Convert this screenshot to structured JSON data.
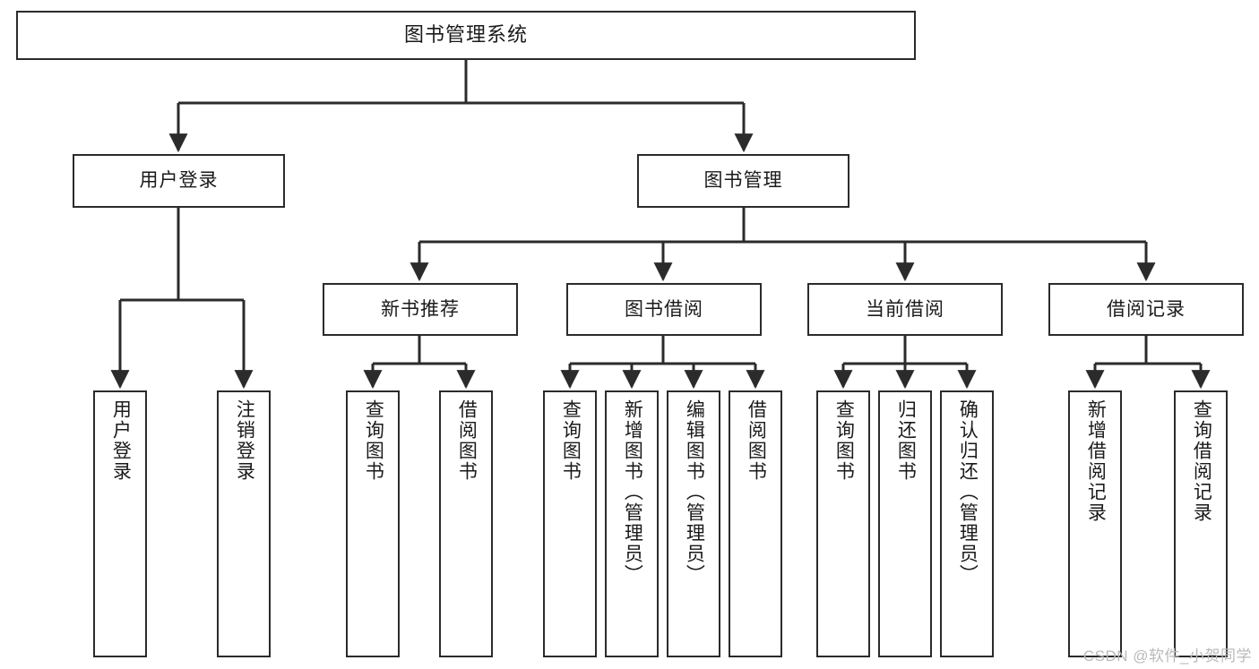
{
  "diagram": {
    "type": "tree",
    "title": "图书管理系统",
    "orientation": "top-down",
    "levels": 4,
    "line_color": "#2b2b2b",
    "box_fill": "#ffffff",
    "text_color": "#1a1a1a"
  },
  "root": {
    "label": "图书管理系统"
  },
  "level1": [
    {
      "label": "用户登录"
    },
    {
      "label": "图书管理"
    }
  ],
  "level2": [
    {
      "label": "新书推荐"
    },
    {
      "label": "图书借阅"
    },
    {
      "label": "当前借阅"
    },
    {
      "label": "借阅记录"
    }
  ],
  "leaves": {
    "user_login": [
      {
        "label": "用户登录"
      },
      {
        "label": "注销登录"
      }
    ],
    "new_book": [
      {
        "label": "查询图书"
      },
      {
        "label": "借阅图书"
      }
    ],
    "book_borrow": [
      {
        "label": "查询图书"
      },
      {
        "label": "新增图书（管理员）"
      },
      {
        "label": "编辑图书（管理员）"
      },
      {
        "label": "借阅图书"
      }
    ],
    "current_borrow": [
      {
        "label": "查询图书"
      },
      {
        "label": "归还图书"
      },
      {
        "label": "确认归还（管理员）"
      }
    ],
    "borrow_record": [
      {
        "label": "新增借阅记录"
      },
      {
        "label": "查询借阅记录"
      }
    ]
  },
  "watermark": {
    "text": "CSDN @软件_小贺同学"
  }
}
